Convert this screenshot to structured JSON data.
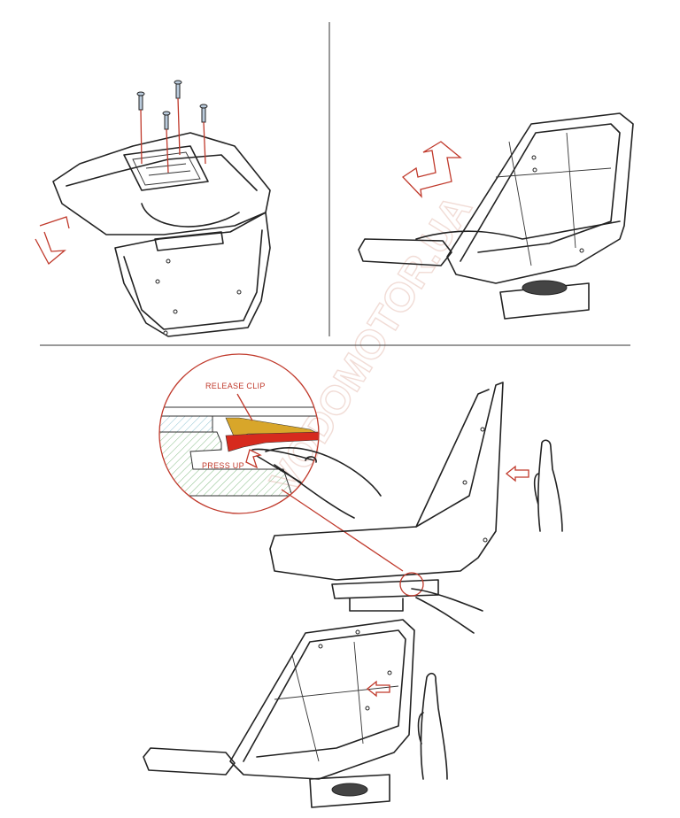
{
  "diagram": {
    "callout": {
      "release_clip": "RELEASE CLIP",
      "press_up": "PRESS UP"
    },
    "watermark": "VODOMOTOR.UA",
    "colors": {
      "accent_red": "#c0392b",
      "clip_red": "#d62a1e",
      "clip_yellow": "#d8a62a",
      "hatch_green": "#9fcf9f",
      "hatch_blue": "#a6d0dc"
    },
    "panels": [
      "remove-screws",
      "lift-seat",
      "release-clip",
      "slide-off-seat"
    ]
  }
}
